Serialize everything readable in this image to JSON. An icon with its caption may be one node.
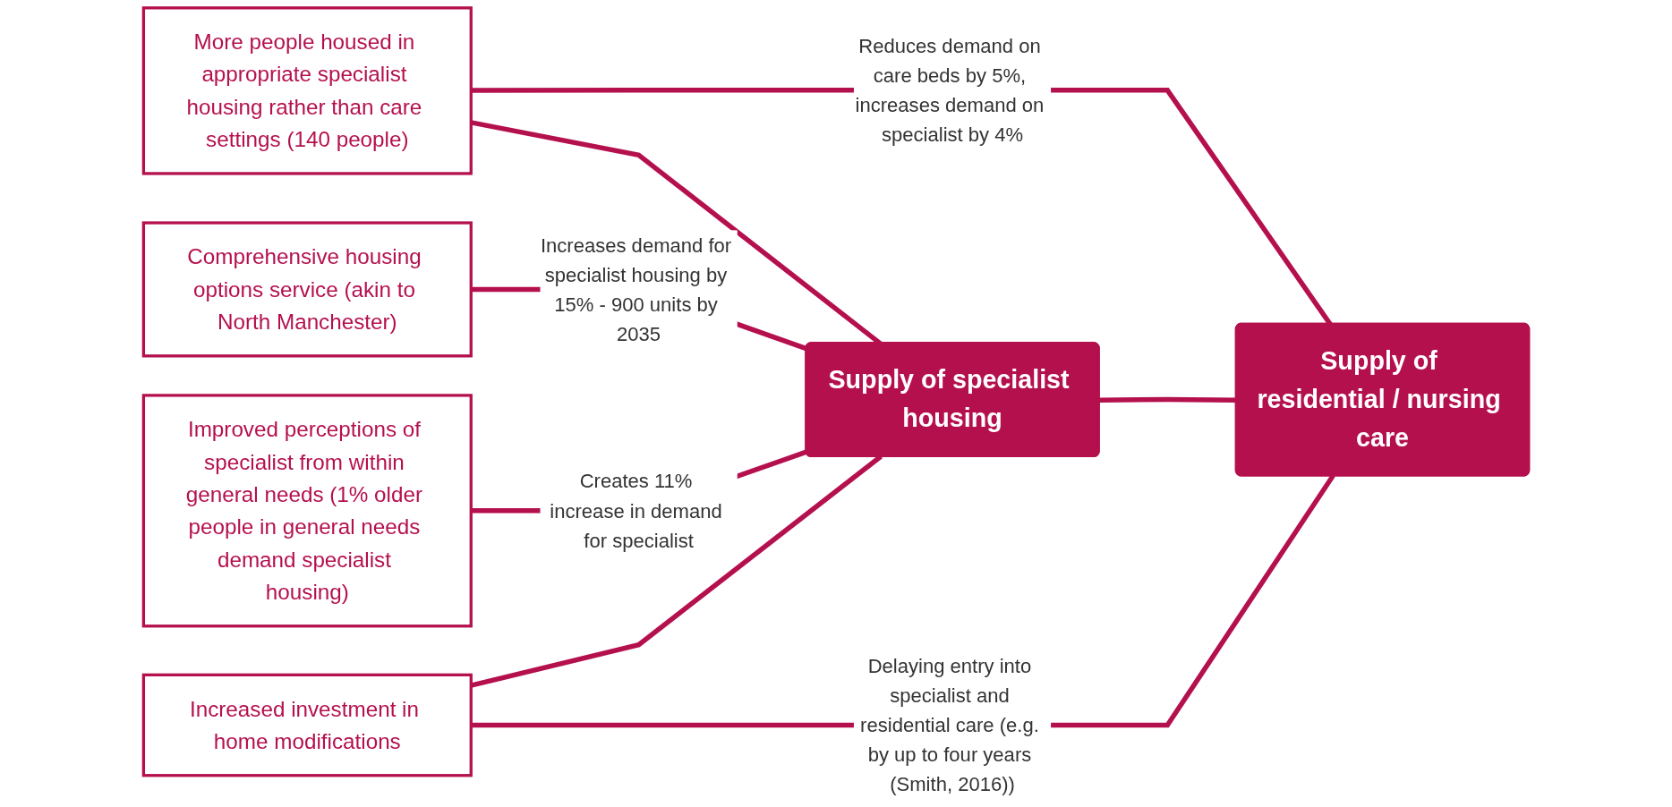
{
  "diagram": {
    "nodes": [
      {
        "text": [
          "More people housed in appropriate specialist housing rather than care settings (140 people)"
        ]
      },
      {
        "text": [
          "Comprehensive housing options service (akin to North Manchester)"
        ]
      },
      {
        "text": [
          "Improved perceptions of specialist from within general needs (1% older people in general needs demand specialist housing)"
        ]
      },
      {
        "text": [
          "Increased investment in home modifications"
        ]
      },
      {
        "text": [
          "Supply of specialist housing"
        ]
      },
      {
        "text": [
          "Supply of residential / nursing care"
        ]
      }
    ],
    "edges": [
      {
        "from": 0,
        "to": 4,
        "arrow": "none"
      },
      {
        "from": 0,
        "to": 5,
        "arrow": "none",
        "label": "Reduces demand on care beds by 5%, increases demand on specialist by 4%"
      },
      {
        "from": 1,
        "to": 4,
        "arrow": "none",
        "label": "Increases demand for specialist housing by 15% - 900 units by 2035"
      },
      {
        "from": 2,
        "to": 4,
        "arrow": "none",
        "label": "Creates 11% increase in demand for specialist"
      },
      {
        "from": 4,
        "to": 5,
        "arrow": "none"
      },
      {
        "from": 3,
        "to": 4,
        "arrow": "none"
      },
      {
        "from": 3,
        "to": 5,
        "arrow": "none",
        "label": "Delaying entry into specialist and residential care (e.g. by up to four years (Smith, 2016))"
      }
    ]
  }
}
